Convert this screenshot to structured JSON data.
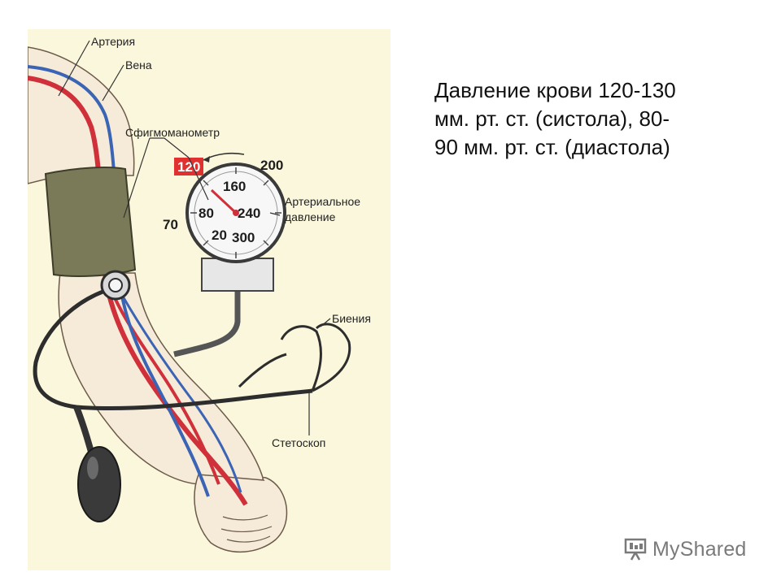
{
  "caption": {
    "line1": "Давление крови 120-130",
    "line2": "мм. рт. ст. (систола), 80-",
    "line3": "90 мм. рт. ст. (диастола)"
  },
  "labels": {
    "artery": "Артерия",
    "vein": "Вена",
    "sphygmomanometer": "Сфигмоманометр",
    "arterial_pressure_line1": "Артериальное",
    "arterial_pressure_line2": "давление",
    "beats": "Биения",
    "stethoscope": "Стетоскоп"
  },
  "gauge": {
    "reading_badge": "120",
    "outer_200": "200",
    "outer_70": "70",
    "dial_160": "160",
    "dial_80": "80",
    "dial_240": "240",
    "dial_20": "20",
    "dial_300": "300"
  },
  "watermark": {
    "brand": "MyShared",
    "icon": "presentation-screen-icon"
  },
  "colors": {
    "panel_background": "#fbf7dc",
    "artery": "#d0303a",
    "vein": "#3c64b4",
    "cuff": "#7a7a58",
    "badge": "#e03030"
  }
}
